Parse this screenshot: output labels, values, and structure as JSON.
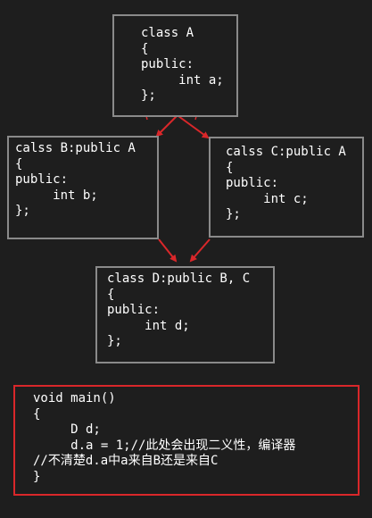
{
  "class_a": {
    "lines": [
      "class A",
      "{",
      "public:",
      "     int a;",
      "};"
    ]
  },
  "class_b": {
    "lines": [
      "calss B:public A",
      "{",
      "public:",
      "     int b;",
      "};"
    ]
  },
  "class_c": {
    "lines": [
      "calss C:public A",
      "{",
      "public:",
      "     int c;",
      "};"
    ]
  },
  "class_d": {
    "lines": [
      "class D:public B, C",
      "{",
      "public:",
      "     int d;",
      "};"
    ]
  },
  "main_code": {
    "lines": [
      "void main()",
      "{",
      "     D d;",
      "     d.a = 1;//此处会出现二义性，编译器",
      "//不清楚d.a中a来自B还是来自C",
      "}"
    ]
  },
  "colors": {
    "background": "#1e1e1e",
    "box_border": "#8a8a8a",
    "highlight_border": "#d9272a",
    "arrow": "#d9272a",
    "text": "#ffffff"
  }
}
